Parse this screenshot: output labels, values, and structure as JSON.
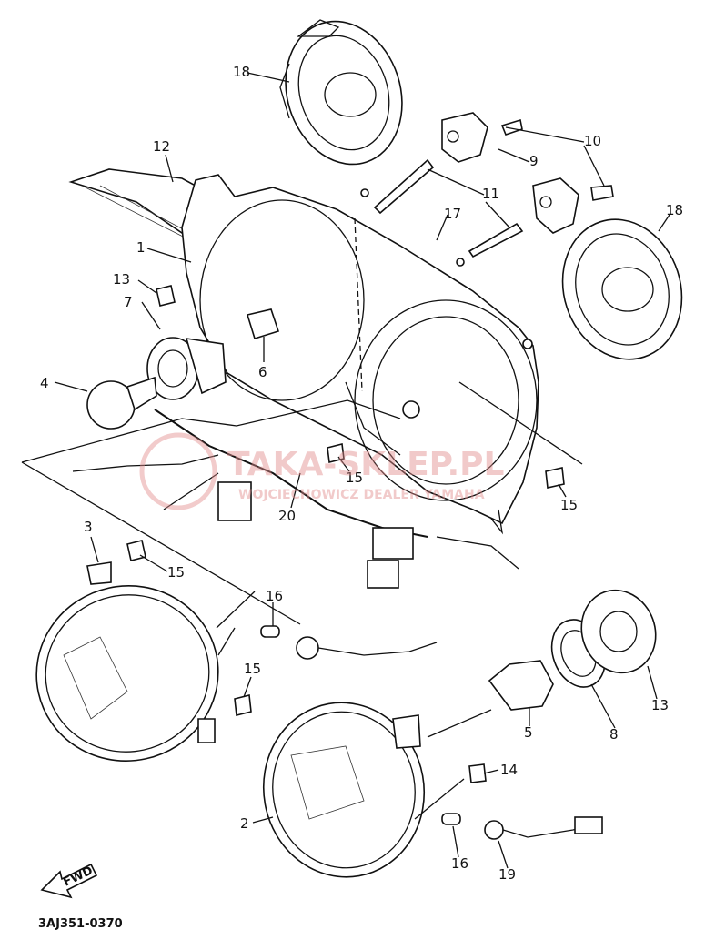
{
  "diagram": {
    "callouts": [
      "1",
      "2",
      "3",
      "4",
      "5",
      "6",
      "7",
      "8",
      "9",
      "10",
      "11",
      "12",
      "13",
      "14",
      "14",
      "15",
      "15",
      "15",
      "15",
      "15",
      "16",
      "16",
      "17",
      "18",
      "18",
      "19",
      "20"
    ],
    "fwd_label": "FWD",
    "code": "3AJ351-0370"
  },
  "watermark": {
    "title": "TAKA-SKLEP.PL",
    "subtitle": "WOJCIECHOWICZ DEALER YAMAHA",
    "color": "#e28b8b"
  }
}
